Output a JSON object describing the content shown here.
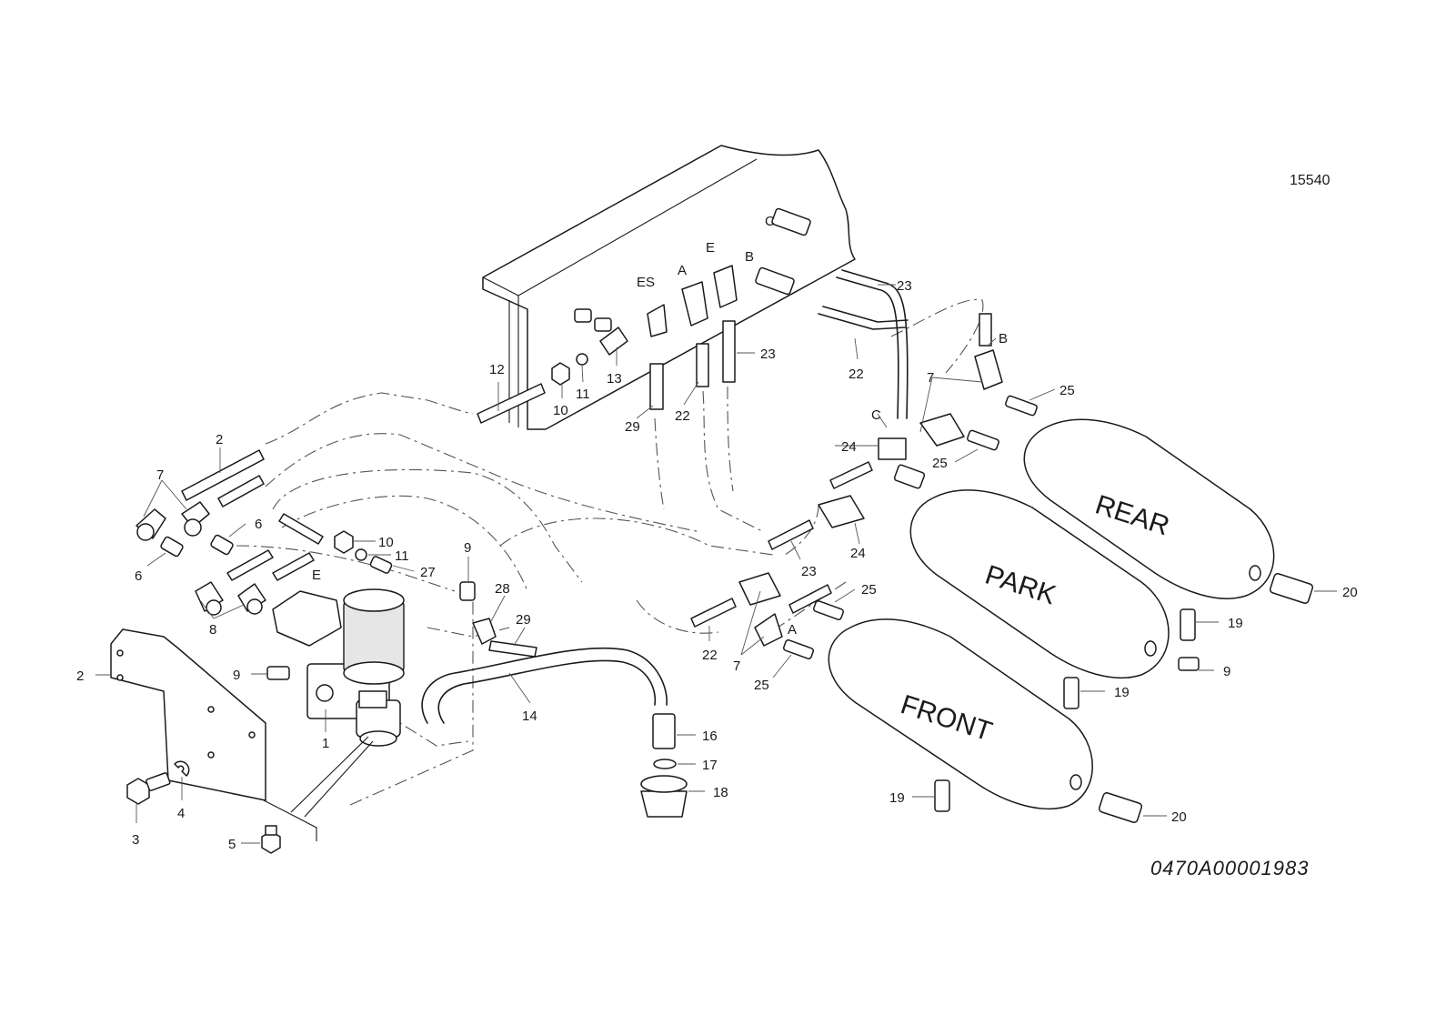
{
  "diagram_ref": "15540",
  "document_code": "0470A00001983",
  "tanks": {
    "rear": "REAR",
    "park": "PARK",
    "front": "FRONT"
  },
  "port_labels": {
    "es": "ES",
    "a": "A",
    "e": "E",
    "b": "B",
    "c": "C"
  },
  "callouts": {
    "c1": "1",
    "c2": "2",
    "c3": "3",
    "c4": "4",
    "c5": "5",
    "c6": "6",
    "c7": "7",
    "c8": "8",
    "c9": "9",
    "c10": "10",
    "c11": "11",
    "c12": "12",
    "c13": "13",
    "c14": "14",
    "c16": "16",
    "c17": "17",
    "c18": "18",
    "c19": "19",
    "c20": "20",
    "c22": "22",
    "c23": "23",
    "c24": "24",
    "c25": "25",
    "c27": "27",
    "c28": "28",
    "c29": "29"
  }
}
